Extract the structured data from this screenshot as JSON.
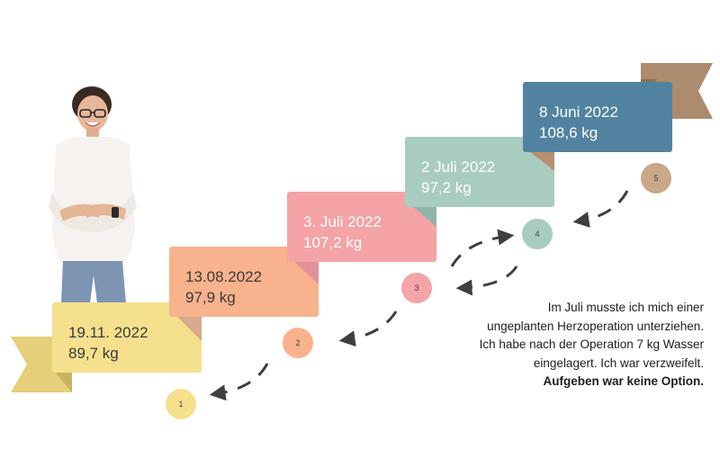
{
  "steps": [
    {
      "number": "1",
      "date": "19.11. 2022",
      "weight": "89,7 kg",
      "color": "#f5e08e"
    },
    {
      "number": "2",
      "date": "13.08.2022",
      "weight": "97,9 kg",
      "color": "#f8b28d"
    },
    {
      "number": "3",
      "date": "3. Juli 2022",
      "weight": "107,2 kg",
      "color": "#f4a3a6"
    },
    {
      "number": "4",
      "date": "2 Juli 2022",
      "weight": "97,2 kg",
      "color": "#a8ccc0"
    },
    {
      "number": "5",
      "date": "8 Juni 2022",
      "weight": "108,6 kg",
      "color": "#5183a0"
    }
  ],
  "ribbons": {
    "left_color": "#e5cf78",
    "right_color": "#ad8b6e"
  },
  "caption": {
    "line1": "Im Juli musste ich mich einer",
    "line2": "ungeplanten Herzoperation unterziehen.",
    "line3": "Ich habe nach der Operation 7 kg Wasser",
    "line4": "eingelagert. Ich war verzweifelt.",
    "line5": "Aufgeben war keine Option."
  }
}
